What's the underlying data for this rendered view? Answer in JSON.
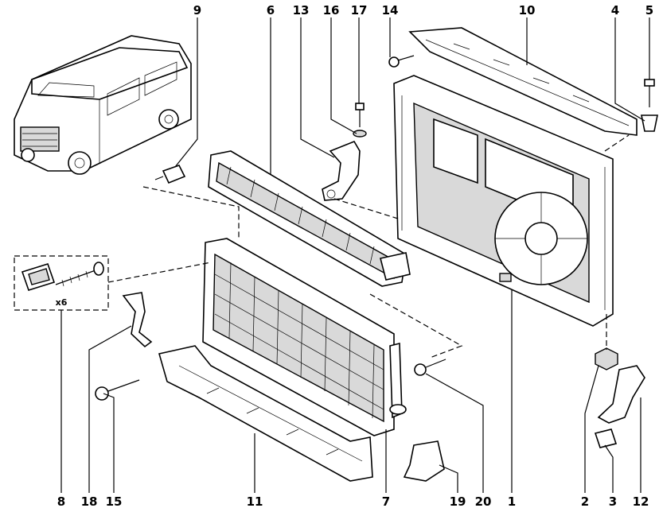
{
  "callouts": [
    {
      "id": "c9",
      "text": "9"
    },
    {
      "id": "c6",
      "text": "6"
    },
    {
      "id": "c13",
      "text": "13"
    },
    {
      "id": "c16",
      "text": "16"
    },
    {
      "id": "c17",
      "text": "17"
    },
    {
      "id": "c14",
      "text": "14"
    },
    {
      "id": "c10",
      "text": "10"
    },
    {
      "id": "c4",
      "text": "4"
    },
    {
      "id": "c5",
      "text": "5"
    },
    {
      "id": "c8",
      "text": "8"
    },
    {
      "id": "c18",
      "text": "18"
    },
    {
      "id": "c15",
      "text": "15"
    },
    {
      "id": "c11",
      "text": "11"
    },
    {
      "id": "c7",
      "text": "7"
    },
    {
      "id": "c19",
      "text": "19"
    },
    {
      "id": "c20",
      "text": "20"
    },
    {
      "id": "c1",
      "text": "1"
    },
    {
      "id": "c2",
      "text": "2"
    },
    {
      "id": "c3",
      "text": "3"
    },
    {
      "id": "c12",
      "text": "12"
    }
  ],
  "qty_label": "x6"
}
